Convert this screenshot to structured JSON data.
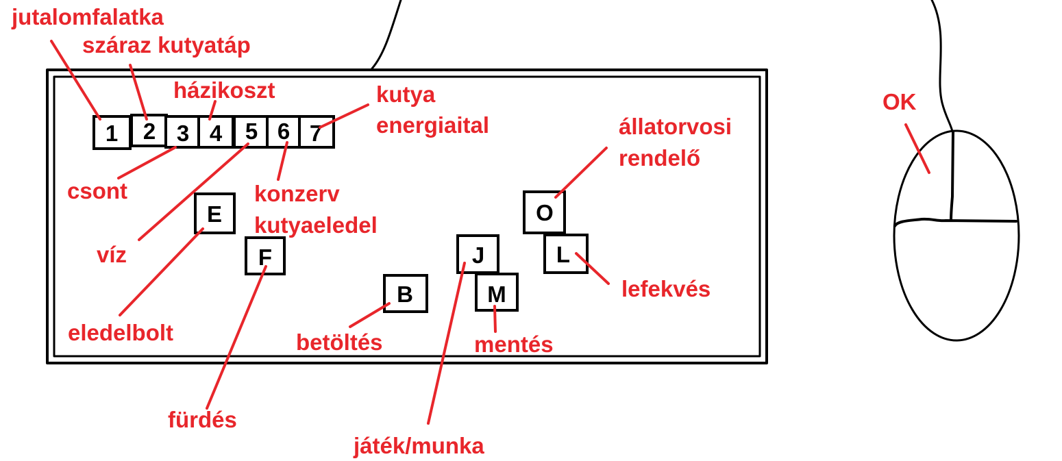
{
  "keys": {
    "k1": "1",
    "k2": "2",
    "k3": "3",
    "k4": "4",
    "k5": "5",
    "k6": "6",
    "k7": "7",
    "E": "E",
    "F": "F",
    "B": "B",
    "J": "J",
    "M": "M",
    "O": "O",
    "L": "L"
  },
  "labels": {
    "jutalomfalatka": "jutalomfalatka",
    "szaraz_kutyatap": "száraz kutyatáp",
    "hazikoszt": "házikoszt",
    "kutya_energiaital_1": "kutya",
    "kutya_energiaital_2": "energiaital",
    "allatorvosi_1": "állatorvosi",
    "allatorvosi_2": "rendelő",
    "ok": "OK",
    "csont": "csont",
    "konzerv_1": "konzerv",
    "konzerv_2": "kutyaeledel",
    "viz": "víz",
    "lefekves": "lefekvés",
    "eledelbolt": "eledelbolt",
    "betoltes": "betöltés",
    "mentes": "mentés",
    "furdes": "fürdés",
    "jatek_munka": "játék/munka"
  },
  "colors": {
    "annotation": "#e8262b",
    "outline": "#000000",
    "background": "#ffffff"
  }
}
